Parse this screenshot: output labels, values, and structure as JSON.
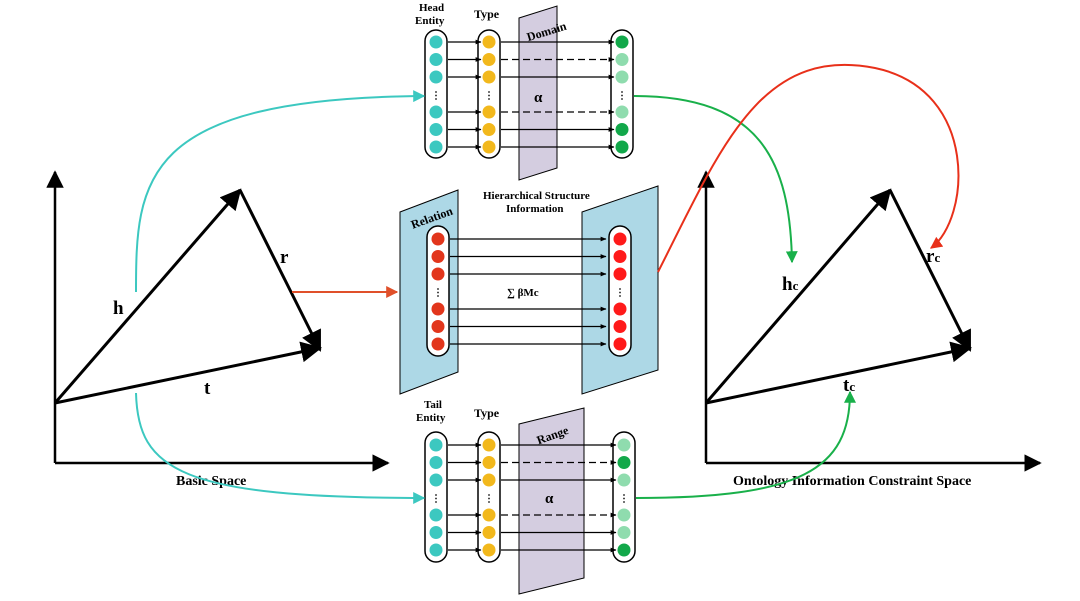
{
  "colors": {
    "teal": "#3cc8c0",
    "yellow": "#f2b81c",
    "green_dark": "#12a84a",
    "green_light": "#8fdcae",
    "red_dot": "#e2361c",
    "red_bright": "#ff1a1a",
    "plane_purple": "#d4cde0",
    "plane_blue": "#add8e6",
    "arrow_teal": "#3cc8c0",
    "arrow_green": "#19b04a",
    "arrow_red": "#e8301a",
    "arrow_orange": "#e0502a"
  },
  "basic_space": {
    "caption": "Basic Space",
    "h_label": "h",
    "r_label": "r",
    "t_label": "t"
  },
  "constraint_space": {
    "caption": "Ontology Information Constraint Space",
    "hc_main": "h",
    "hc_sub": "c",
    "rc_main": "r",
    "rc_sub": "c",
    "tc_main": "t",
    "tc_sub": "c"
  },
  "head_block": {
    "entity_label_line1": "Head",
    "entity_label_line2": "Entity",
    "type_label": "Type",
    "plane_label": "Domain",
    "alpha": "α",
    "entity_dots": [
      "teal",
      "teal",
      "teal",
      "teal",
      "teal",
      "teal"
    ],
    "type_dots": [
      "yellow",
      "yellow",
      "yellow",
      "yellow",
      "yellow",
      "yellow"
    ],
    "out_dots": [
      "green_dark",
      "green_light",
      "green_light",
      "green_light",
      "green_dark",
      "green_dark"
    ]
  },
  "relation_block": {
    "plane_label": "Relation",
    "hierarchy_line1": "Hierarchical Structure",
    "hierarchy_line2": "Information",
    "sum_label": "∑ βMc"
  },
  "tail_block": {
    "entity_label_line1": "Tail",
    "entity_label_line2": "Entity",
    "type_label": "Type",
    "plane_label": "Range",
    "alpha": "α",
    "entity_dots": [
      "teal",
      "teal",
      "teal",
      "teal",
      "teal",
      "teal"
    ],
    "type_dots": [
      "yellow",
      "yellow",
      "yellow",
      "yellow",
      "yellow",
      "yellow"
    ],
    "out_dots": [
      "green_light",
      "green_dark",
      "green_light",
      "green_light",
      "green_light",
      "green_dark"
    ]
  }
}
